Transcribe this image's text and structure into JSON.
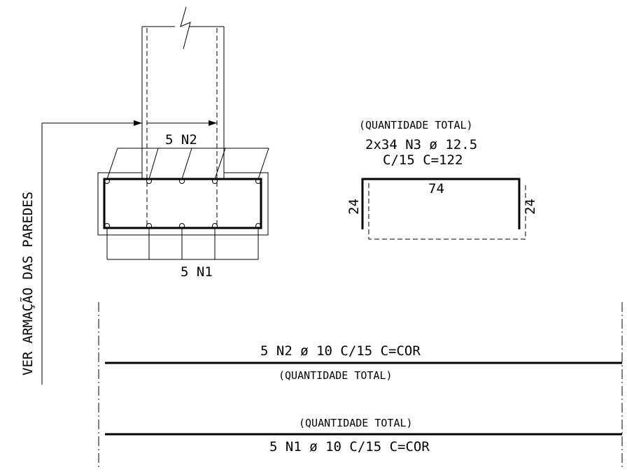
{
  "section": {
    "wall_note": "VER ARMAÇÃO DAS PAREDES",
    "top_bar_label": "5 N2",
    "bottom_bar_label": "5 N1"
  },
  "n3_bar": {
    "quantity_note": "(QUANTIDADE TOTAL)",
    "spec_line1": "2x34 N3 ø 12.5",
    "spec_line2": "C/15 C=122",
    "dim_top": "74",
    "dim_left": "24",
    "dim_right": "24"
  },
  "n2_bar": {
    "spec": "5 N2 ø 10 C/15 C=COR",
    "quantity_note": "(QUANTIDADE TOTAL)"
  },
  "n1_bar": {
    "quantity_note": "(QUANTIDADE TOTAL)",
    "spec": "5 N1 ø 10 C/15 C=COR"
  }
}
